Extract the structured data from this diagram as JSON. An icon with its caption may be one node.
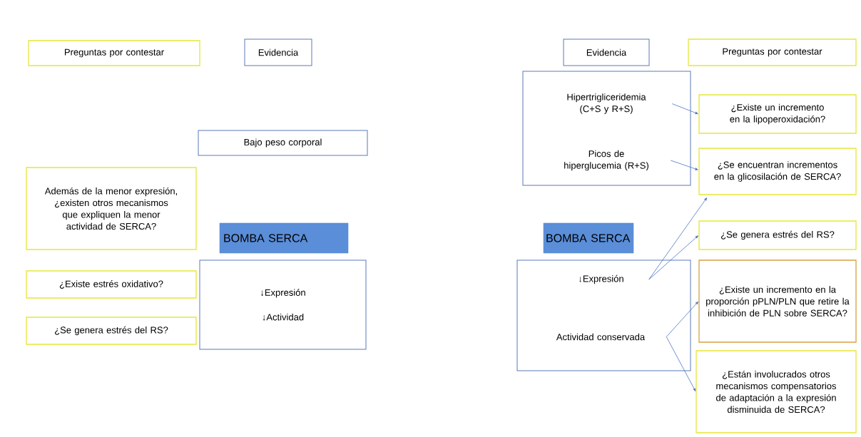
{
  "diagram": {
    "nodes": [
      {
        "text": [
          "Preguntas por contestar"
        ]
      },
      {
        "text": [
          "Evidencia"
        ]
      },
      {
        "text": [
          "Bajo peso corporal"
        ]
      },
      {
        "text": [
          "Además de la menor expresión, ¿existen otros mecanismos que expliquen la menor actividad de SERCA?"
        ]
      },
      {
        "text": [
          "¿Existe estrés oxidativo?"
        ]
      },
      {
        "text": [
          "¿Se genera estrés del RS?"
        ]
      },
      {
        "text": [
          "BOMBA SERCA"
        ]
      },
      {
        "text": [
          "↓Expresión",
          "↓Actividad"
        ]
      },
      {
        "text": [
          "Evidencia"
        ]
      },
      {
        "text": [
          "Preguntas por contestar"
        ]
      },
      {
        "text": [],
        "shape": "box"
      },
      {
        "text": [
          "Hipertrigliceridemia (C+S y R+S)"
        ],
        "in": 10
      },
      {
        "text": [
          "Picos de hiperglucemia (R+S)"
        ],
        "in": 10
      },
      {
        "text": [
          "¿Existe un incremento en la lipoperoxidación?"
        ]
      },
      {
        "text": [
          "¿Se encuentran incrementos en la glicosilación de SERCA?"
        ]
      },
      {
        "text": [
          "BOMBA SERCA"
        ]
      },
      {
        "text": [],
        "shape": "box"
      },
      {
        "text": [
          "↓Expresión"
        ],
        "in": 16
      },
      {
        "text": [
          "Actividad conservada"
        ],
        "in": 16
      },
      {
        "text": [
          "¿Se genera estrés del RS?"
        ]
      },
      {
        "text": [
          "¿Existe un incremento en la proporción pPLN/PLN que retire la inhibición de PLN sobre SERCA?"
        ]
      },
      {
        "text": [
          "¿Están involucrados otros mecanismos compensatorios de adaptación a la expresión disminuida de SERCA?"
        ]
      }
    ],
    "edges": [
      {
        "from": 11,
        "to": 13,
        "arrow": "to"
      },
      {
        "from": 12,
        "to": 14,
        "arrow": "to"
      },
      {
        "from": 17,
        "to": 14,
        "arrow": "to"
      },
      {
        "from": 17,
        "to": 19,
        "arrow": "to"
      },
      {
        "from": 18,
        "to": 20,
        "arrow": "to"
      },
      {
        "from": 18,
        "to": 21,
        "arrow": "to"
      }
    ]
  }
}
